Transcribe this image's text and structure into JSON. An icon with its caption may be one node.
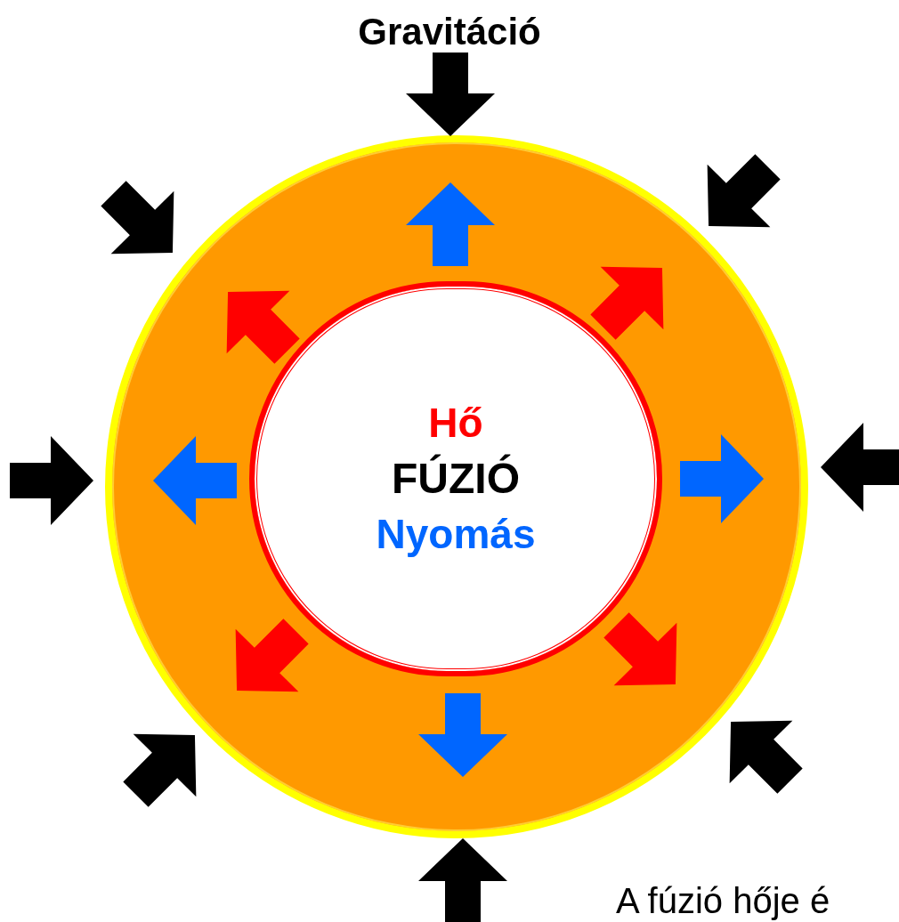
{
  "diagram": {
    "nodes": [
      {
        "text": [],
        "shape": "circle"
      },
      {
        "text": [
          "Hő",
          "FÚZIÓ",
          "Nyomás"
        ],
        "in": 0
      }
    ],
    "labels": [
      "Gravitáció",
      "A fúzió hője é"
    ]
  }
}
